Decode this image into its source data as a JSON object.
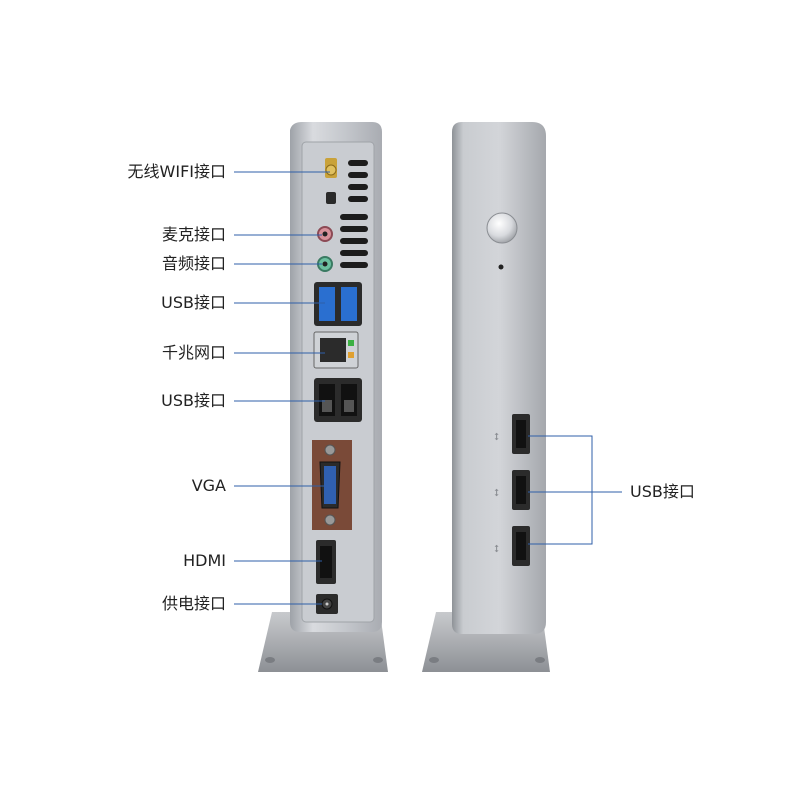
{
  "left_labels": [
    {
      "id": "wifi",
      "text": "无线WIFI接口"
    },
    {
      "id": "mic",
      "text": "麦克接口"
    },
    {
      "id": "audio",
      "text": "音频接口"
    },
    {
      "id": "usb1",
      "text": "USB接口"
    },
    {
      "id": "lan",
      "text": "千兆网口"
    },
    {
      "id": "usb2",
      "text": "USB接口"
    },
    {
      "id": "vga",
      "text": "VGA"
    },
    {
      "id": "hdmi",
      "text": "HDMI"
    },
    {
      "id": "power",
      "text": "供电接口"
    }
  ],
  "right_label": {
    "text": "USB接口"
  },
  "colors": {
    "leader_line": "#2f5fa8",
    "chassis": "#b9bcc2",
    "usb3_blue": "#2a6fd0",
    "mic_pink": "#d8909a",
    "audio_green": "#6bc0a0"
  }
}
